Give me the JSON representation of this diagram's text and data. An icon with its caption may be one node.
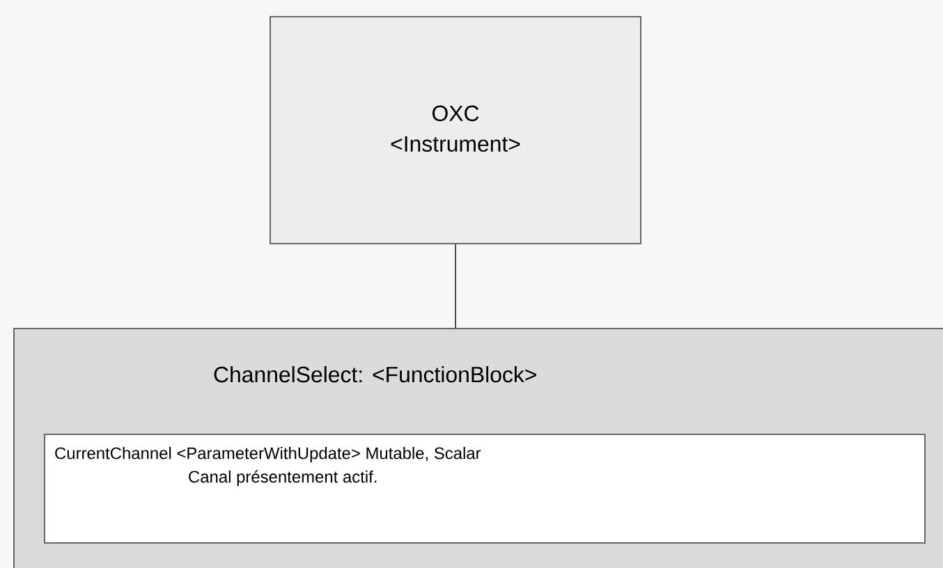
{
  "diagram": {
    "nodes": [
      {
        "text": [
          "OXC",
          "<Instrument>"
        ]
      },
      {
        "text": [
          "ChannelSelect: <FunctionBlock>"
        ]
      },
      {
        "text": [
          "CurrentChannel <ParameterWithUpdate> Mutable, Scalar",
          "Canal présentement actif."
        ],
        "in": 1
      }
    ],
    "edges": [
      {
        "from": 0,
        "to": 1,
        "arrow": "none"
      }
    ]
  }
}
